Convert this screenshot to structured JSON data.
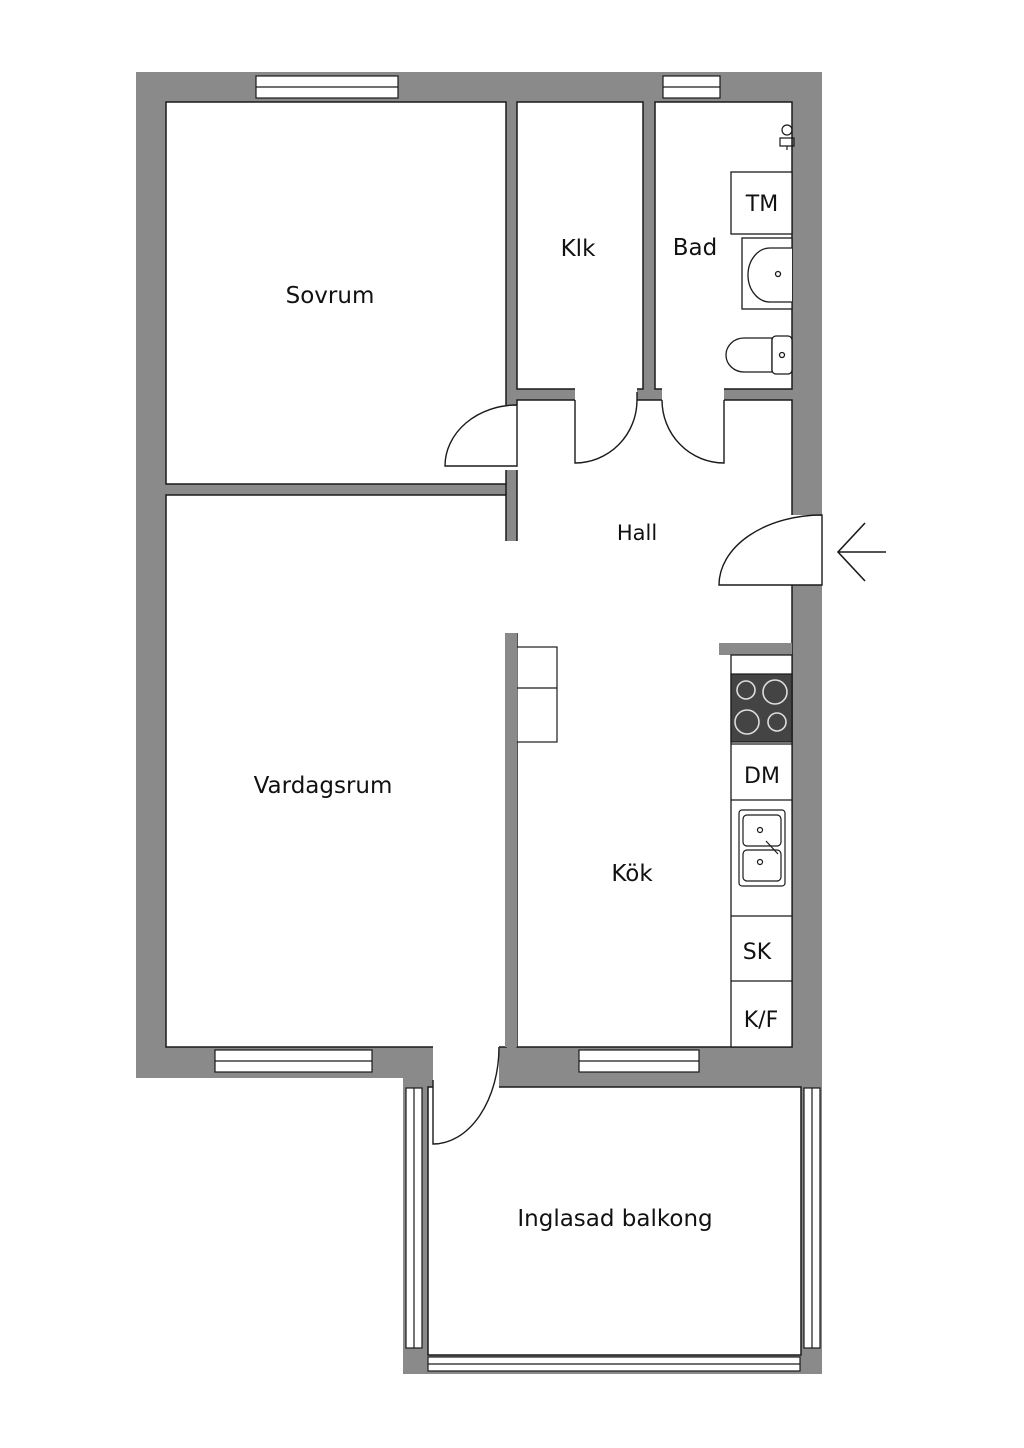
{
  "colors": {
    "wall": "#8a8a8a",
    "line": "#1a1a1a",
    "floor": "#ffffff",
    "burner": "#444444"
  },
  "rooms": {
    "sovrum": "Sovrum",
    "klk": "Klk",
    "bad": "Bad",
    "hall": "Hall",
    "vardagsrum": "Vardagsrum",
    "kok": "Kök",
    "balkong": "Inglasad balkong"
  },
  "fixtures": {
    "tm": "TM",
    "dm": "DM",
    "sk": "SK",
    "kf": "K/F"
  },
  "icons": {
    "entrance": "arrow-left-icon",
    "stove": "stove-icon",
    "sink": "sink-icon",
    "washbasin": "washbasin-icon",
    "toilet": "toilet-icon",
    "shower": "shower-icon"
  }
}
